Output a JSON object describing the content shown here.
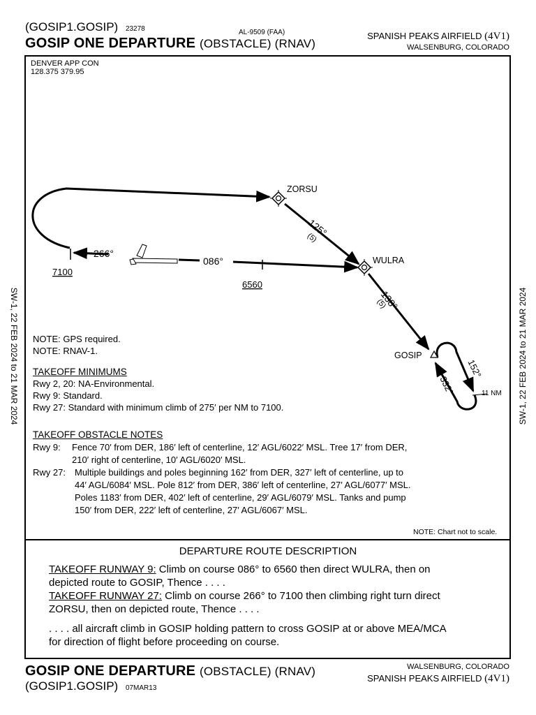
{
  "header": {
    "computer_code": "(GOSIP1.GOSIP)",
    "number": "23278",
    "al_number": "AL-9509 (FAA)",
    "title": "GOSIP ONE DEPARTURE",
    "title_suffix": "(OBSTACLE) (RNAV)",
    "airfield": "SPANISH PEAKS AIRFIELD",
    "airfield_id": "(4V1)",
    "city": "WALSENBURG, COLORADO"
  },
  "comms": {
    "facility": "DENVER APP CON",
    "frequencies": "128.375  379.95"
  },
  "side_label": "SW-1,  22 FEB 2024  to  21 MAR 2024",
  "chart": {
    "fixes": {
      "zorsu": "ZORSU",
      "wulra": "WULRA",
      "gosip": "GOSIP"
    },
    "legs": {
      "zorsu_wulra_course": "125°",
      "zorsu_wulra_dist": "(5)",
      "wulra_gosip_course": "138°",
      "wulra_gosip_dist": "(5)",
      "hold_inbound": "332°",
      "hold_outbound": "152°",
      "hold_leg": "11 NM"
    },
    "runway_courses": {
      "west": "266°",
      "east": "086°"
    },
    "altitudes": {
      "west": "7100",
      "east": "6560"
    }
  },
  "notes": {
    "gps": "NOTE: GPS required.",
    "rnav": "NOTE: RNAV-1.",
    "scale": "NOTE: Chart not to scale."
  },
  "takeoff_minimums": {
    "heading": "TAKEOFF MINIMUMS",
    "lines": [
      "Rwy 2, 20: NA-Environmental.",
      "Rwy 9: Standard.",
      "Rwy 27: Standard with minimum climb of 275′ per NM to 7100."
    ]
  },
  "obstacle_notes": {
    "heading": "TAKEOFF OBSTACLE NOTES",
    "rwy9_label": "Rwy 9:",
    "rwy9_lines": [
      "Fence 70′ from DER, 186′ left of centerline, 12′ AGL/6022′ MSL.  Tree 17′ from DER,",
      "210′ right of centerline, 10′ AGL/6020′ MSL."
    ],
    "rwy27_label": "Rwy 27:",
    "rwy27_lines": [
      "Multiple buildings and poles beginning 162′ from DER, 327′ left of centerline, up to",
      "44′ AGL/6084′ MSL.  Pole 812′ from DER, 386′ left of centerline, 27′ AGL/6077′ MSL.",
      "Poles 1183′ from DER, 402′ left of centerline, 29′ AGL/6079′ MSL.  Tanks and pump",
      "150′ from DER, 222′ left of centerline, 27′ AGL/6067′ MSL."
    ]
  },
  "route_description": {
    "title": "DEPARTURE ROUTE DESCRIPTION",
    "rwy9_label": "TAKEOFF RUNWAY 9:",
    "rwy9_text1": " Climb on course 086° to 6560 then direct WULRA, then on",
    "rwy9_text2": "depicted route to GOSIP, Thence . . . .",
    "rwy27_label": "TAKEOFF RUNWAY 27:",
    "rwy27_text1": " Climb on course 266° to 7100 then climbing right turn direct",
    "rwy27_text2": "ZORSU, then on depicted route, Thence . . . .",
    "final1": ". . . . all aircraft climb in GOSIP holding pattern to cross GOSIP at or above MEA/MCA",
    "final2": "for direction of flight before proceeding on course."
  },
  "footer": {
    "title": "GOSIP ONE DEPARTURE",
    "title_suffix": "(OBSTACLE) (RNAV)",
    "computer_code": "(GOSIP1.GOSIP)",
    "amendment_date": "07MAR13",
    "city": "WALSENBURG, COLORADO",
    "airfield": "SPANISH PEAKS AIRFIELD",
    "airfield_id": "(4V1)"
  }
}
